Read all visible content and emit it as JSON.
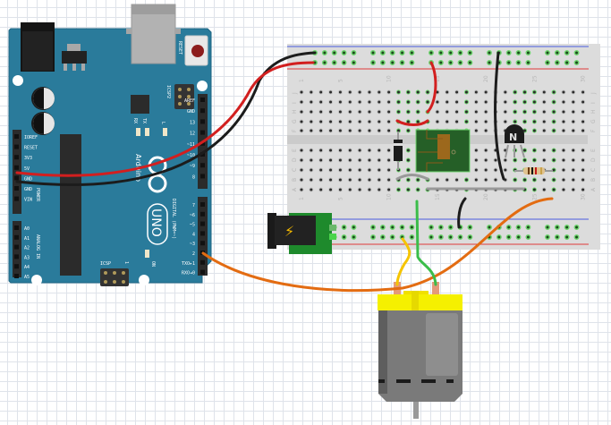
{
  "canvas": {
    "background": "#ffffff",
    "grid_color": "#dfe3ea"
  },
  "arduino": {
    "name": "Arduino Uno",
    "brand_text": "Arduino",
    "model_text": "UNO",
    "board_color": "#2a7b9b",
    "reset_label": "RESET",
    "icsp2_label": "ICSP2",
    "icsp_label": "ICSP",
    "icsp_pin1": "1",
    "on_label": "ON",
    "led_labels": [
      "TX",
      "RX",
      "L"
    ],
    "power_header_label": "POWER",
    "analog_header_label": "ANALOG IN",
    "digital_header_label": "DIGITAL (PWM=~)",
    "power_pins": [
      "IOREF",
      "RESET",
      "3V3",
      "5V",
      "GND",
      "GND",
      "VIN"
    ],
    "analog_pins": [
      "A0",
      "A1",
      "A2",
      "A3",
      "A4",
      "A5"
    ],
    "digital_top_pins": [
      "AREF",
      "GND",
      "13",
      "12",
      "~11",
      "~10",
      "~9",
      "8"
    ],
    "digital_bottom_pins": [
      "7",
      "~6",
      "~5",
      "4",
      "~3",
      "2",
      "TXO▸1",
      "RXO◂0"
    ]
  },
  "breadboard": {
    "column_numbers": [
      "1",
      "5",
      "10",
      "15",
      "20",
      "25",
      "30"
    ],
    "row_letters_top": [
      "J",
      "I",
      "H",
      "G",
      "F"
    ],
    "row_letters_bottom": [
      "E",
      "D",
      "C",
      "B",
      "A"
    ],
    "rail_positive_color": "#e03a3a",
    "rail_negative_color": "#4a5be0"
  },
  "components": {
    "relay": "relay-module",
    "transistor_label": "N",
    "diode": "diode",
    "resistor": "resistor",
    "dc_jack_icon": "⚡",
    "motor": "dc-motor"
  },
  "wires": [
    {
      "name": "wire-5v",
      "color": "#d21f1f"
    },
    {
      "name": "wire-gnd",
      "color": "#1c1c1c"
    },
    {
      "name": "wire-signal-pin2",
      "color": "#e36c12"
    },
    {
      "name": "wire-motor-yellow",
      "color": "#f5c400"
    },
    {
      "name": "wire-motor-green",
      "color": "#3bbd4a"
    }
  ]
}
